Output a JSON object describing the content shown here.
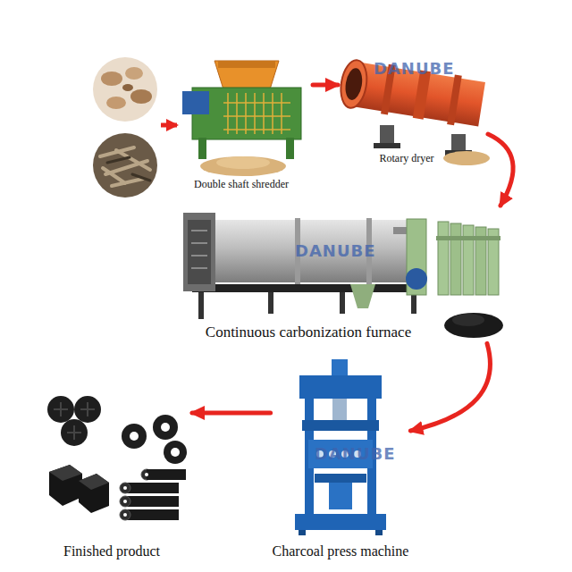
{
  "diagram": {
    "nodes": [
      {
        "text": [
          "Double shaft shredder"
        ]
      },
      {
        "text": [
          "Rotary dryer"
        ]
      },
      {
        "text": [
          "Continuous carbonization furnace"
        ]
      },
      {
        "text": [
          "Charcoal press machine"
        ]
      },
      {
        "text": [
          "Finished product"
        ]
      }
    ],
    "edges": [
      {
        "from": 0,
        "to": 1,
        "arrow": "to"
      },
      {
        "from": 1,
        "to": 2,
        "arrow": "to"
      },
      {
        "from": 2,
        "to": 3,
        "arrow": "to"
      },
      {
        "from": 3,
        "to": 4,
        "arrow": "to"
      }
    ],
    "labels": [
      "DANUBE",
      "DANUBE",
      "DANUBE"
    ]
  }
}
